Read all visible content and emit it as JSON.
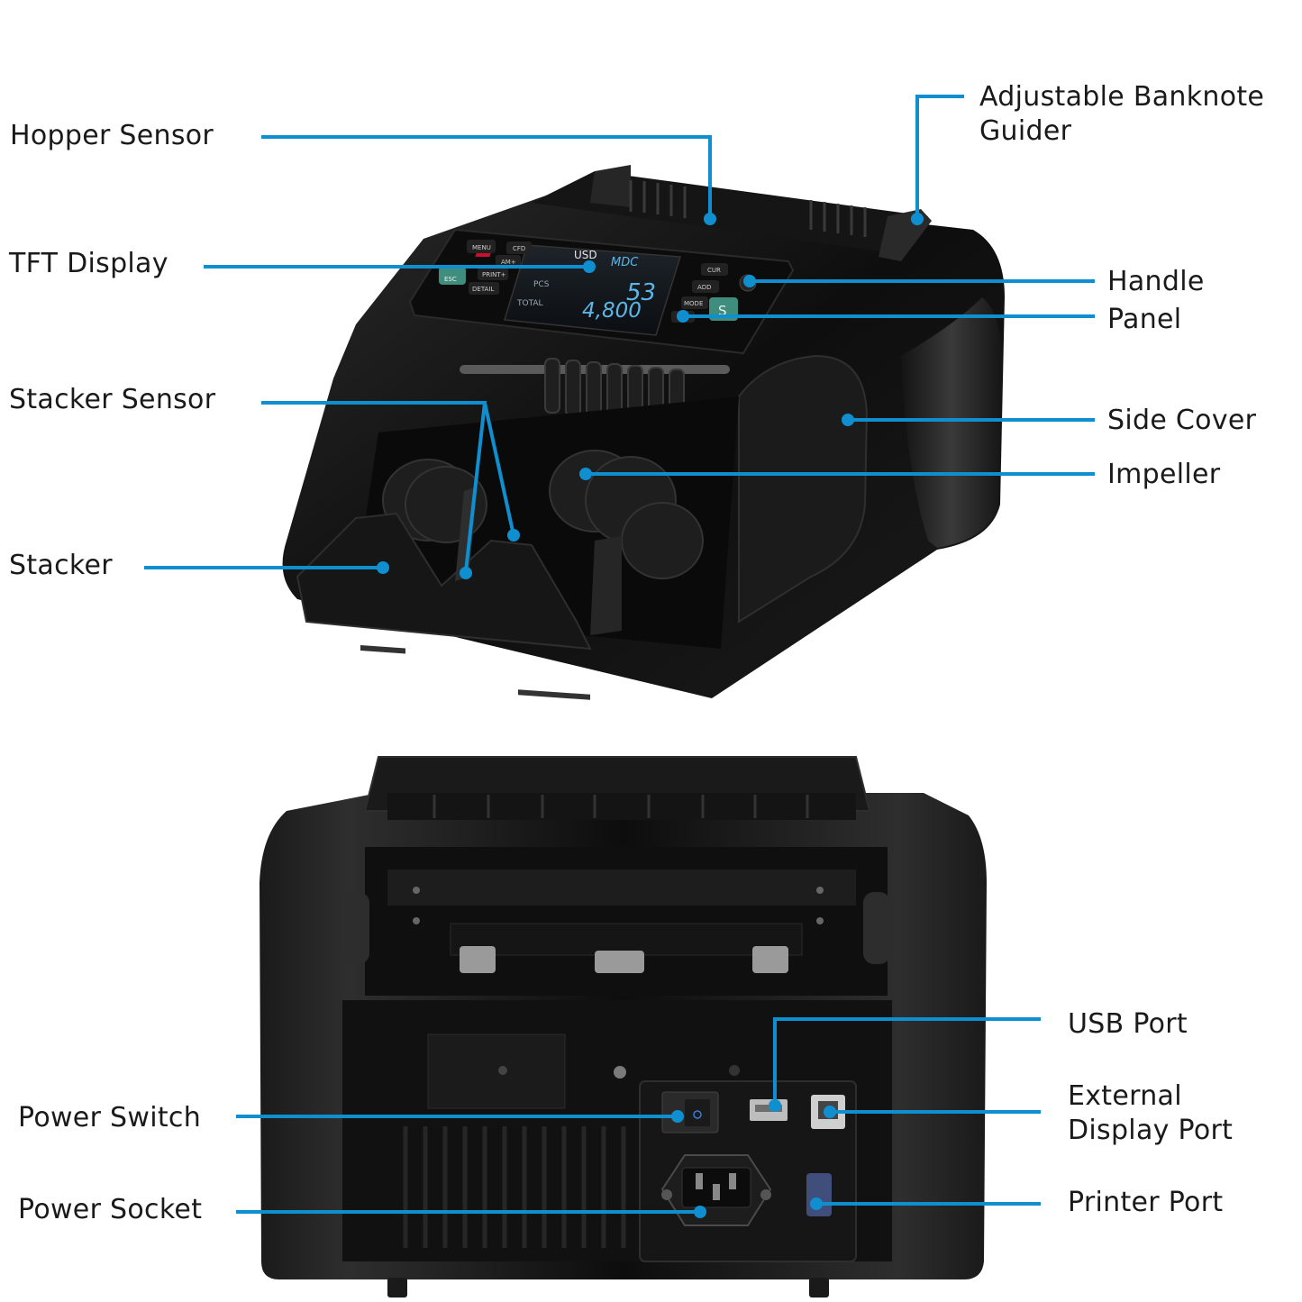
{
  "callouts": {
    "hopper_sensor": "Hopper Sensor",
    "adjustable_banknote_guider": "Adjustable Banknote\nGuider",
    "tft_display": "TFT Display",
    "handle": "Handle",
    "panel": "Panel",
    "stacker_sensor": "Stacker Sensor",
    "side_cover": "Side Cover",
    "impeller": "Impeller",
    "stacker": "Stacker",
    "usb_port": "USB Port",
    "external_display_port": "External\nDisplay Port",
    "power_switch": "Power Switch",
    "power_socket": "Power Socket",
    "printer_port": "Printer Port"
  },
  "display": {
    "currency": "USD",
    "mode": "MDC",
    "pcs_label": "PCS",
    "pcs_value": "53",
    "total_label": "TOTAL",
    "total_value": "4,800"
  },
  "buttons": {
    "menu": "MENU",
    "cfd": "CFD",
    "am": "AM+",
    "print": "PRINT+",
    "esc": "ESC",
    "detail": "DETAIL",
    "cur": "CUR",
    "add": "ADD",
    "mode": "MODE"
  },
  "colors": {
    "callout": "#0f8fd0",
    "machine": "#111111",
    "display_text": "#5ab7e8"
  }
}
